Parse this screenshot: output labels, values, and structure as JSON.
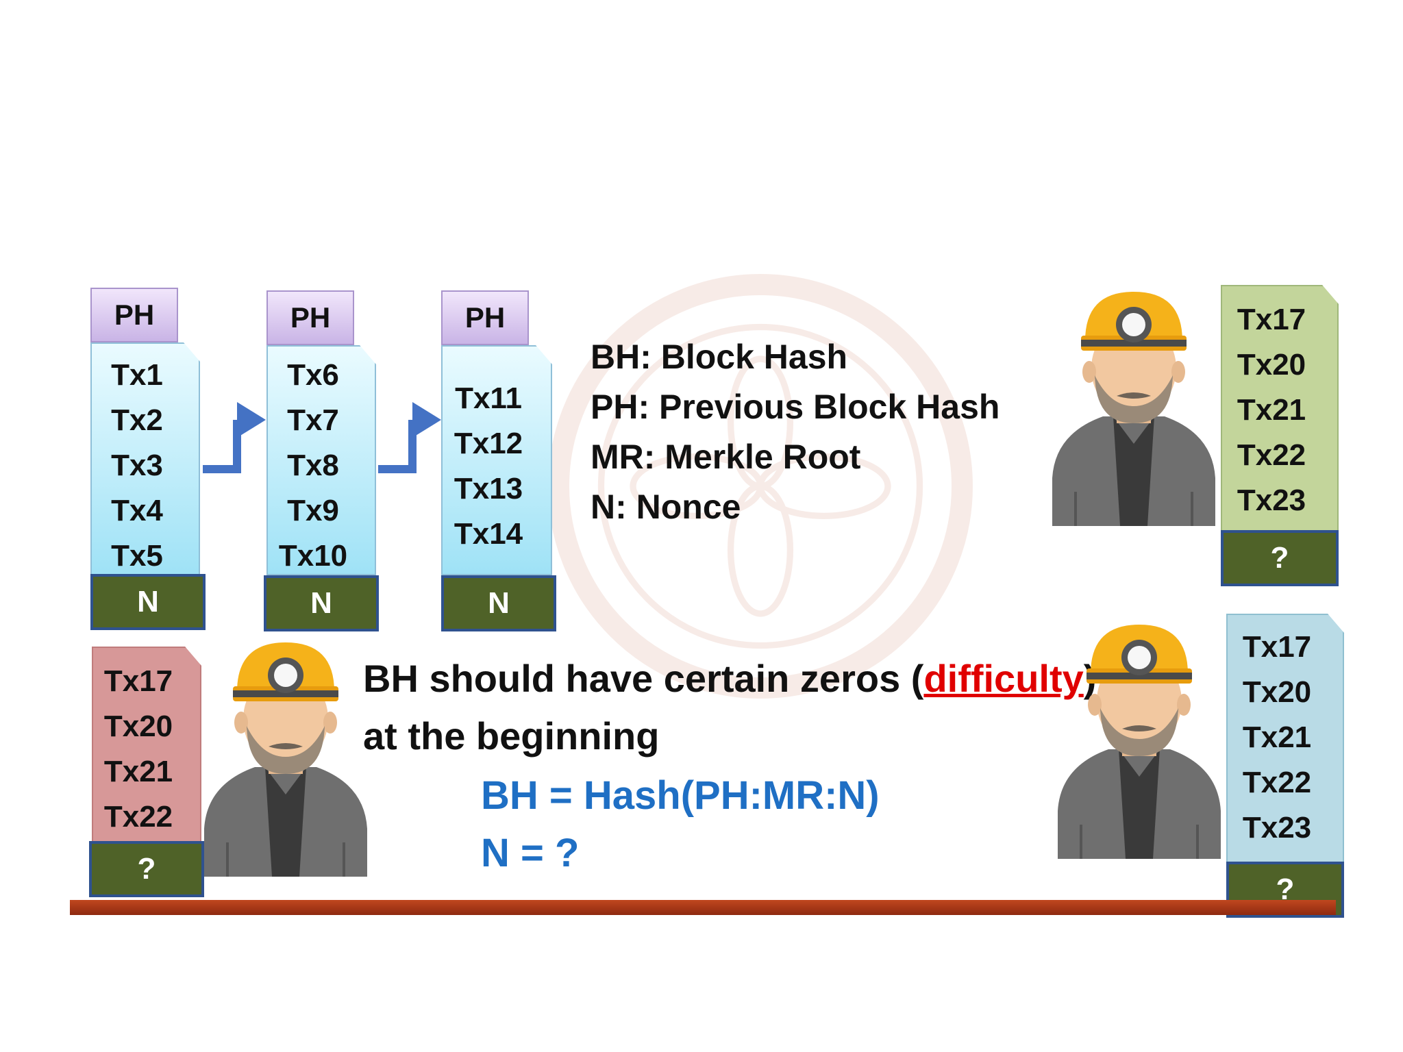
{
  "blocks": [
    {
      "ph": "PH",
      "txs": [
        "Tx1",
        "Tx2",
        "Tx3",
        "Tx4",
        "Tx5"
      ],
      "nonce": "N"
    },
    {
      "ph": "PH",
      "txs": [
        "Tx6",
        "Tx7",
        "Tx8",
        "Tx9",
        "Tx10"
      ],
      "nonce": "N"
    },
    {
      "ph": "PH",
      "txs": [
        "Tx11",
        "Tx12",
        "Tx13",
        "Tx14"
      ],
      "nonce": "N"
    }
  ],
  "legend": [
    "BH: Block Hash",
    "PH: Previous Block Hash",
    "MR: Merkle Root",
    "N: Nonce"
  ],
  "candidates": {
    "top_right": {
      "txs": [
        "Tx17",
        "Tx20",
        "Tx21",
        "Tx22",
        "Tx23"
      ],
      "nonce": "?"
    },
    "bottom_left": {
      "txs": [
        "Tx17",
        "Tx20",
        "Tx21",
        "Tx22"
      ],
      "nonce": "?"
    },
    "bottom_right": {
      "txs": [
        "Tx17",
        "Tx20",
        "Tx21",
        "Tx22",
        "Tx23"
      ],
      "nonce": "?"
    }
  },
  "statement": {
    "part1": "BH should have certain zeros (",
    "highlight": "difficulty",
    "part2": ")",
    "line2": "at the beginning"
  },
  "formula": {
    "line1": "BH = Hash(PH:MR:N)",
    "line2": "N = ?"
  },
  "colors": {
    "formula": "#1f6fc4",
    "difficulty": "#e00000",
    "nonce_box": "#4f6228",
    "bar": "#c0471f"
  }
}
